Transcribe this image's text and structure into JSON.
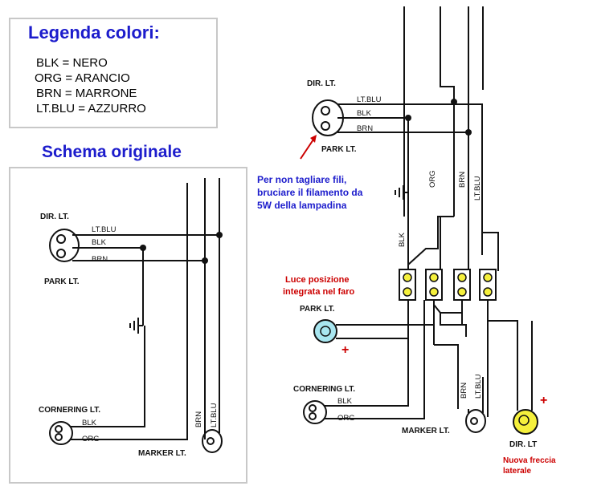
{
  "legend": {
    "title": "Legenda colori:",
    "items": [
      "BLK = NERO",
      "ORG = ARANCIO",
      "BRN = MARRONE",
      "LT.BLU = AZZURRO"
    ]
  },
  "original": {
    "title": "Schema originale",
    "dir_lt": "DIR. LT.",
    "park_lt": "PARK LT.",
    "cornering_lt": "CORNERING LT.",
    "marker_lt": "MARKER LT.",
    "wire_ltblu": "LT.BLU",
    "wire_blk": "BLK",
    "wire_brn": "BRN",
    "wire_org": "ORG"
  },
  "modified": {
    "dir_lt_top": "DIR. LT.",
    "park_lt_top": "PARK LT.",
    "wire_ltblu": "LT.BLU",
    "wire_blk": "BLK",
    "wire_brn": "BRN",
    "wire_org": "ORG",
    "note_filament": [
      "Per non tagliare fili,",
      "bruciare il filamento da",
      "5W della lampadina"
    ],
    "note_park": [
      "Luce posizione",
      "integrata nel faro"
    ],
    "park_lt": "PARK LT.",
    "plus": "+",
    "cornering_lt": "CORNERING LT.",
    "marker_lt": "MARKER LT.",
    "dir_lt_bottom": "DIR. LT",
    "note_new": [
      "Nuova freccia",
      "laterale"
    ],
    "colors": {
      "blue_note": "#1c1ccc",
      "red_note": "#cc0000",
      "park_bulb": "#a8e6f0",
      "new_bulb": "#f5f03c"
    }
  }
}
